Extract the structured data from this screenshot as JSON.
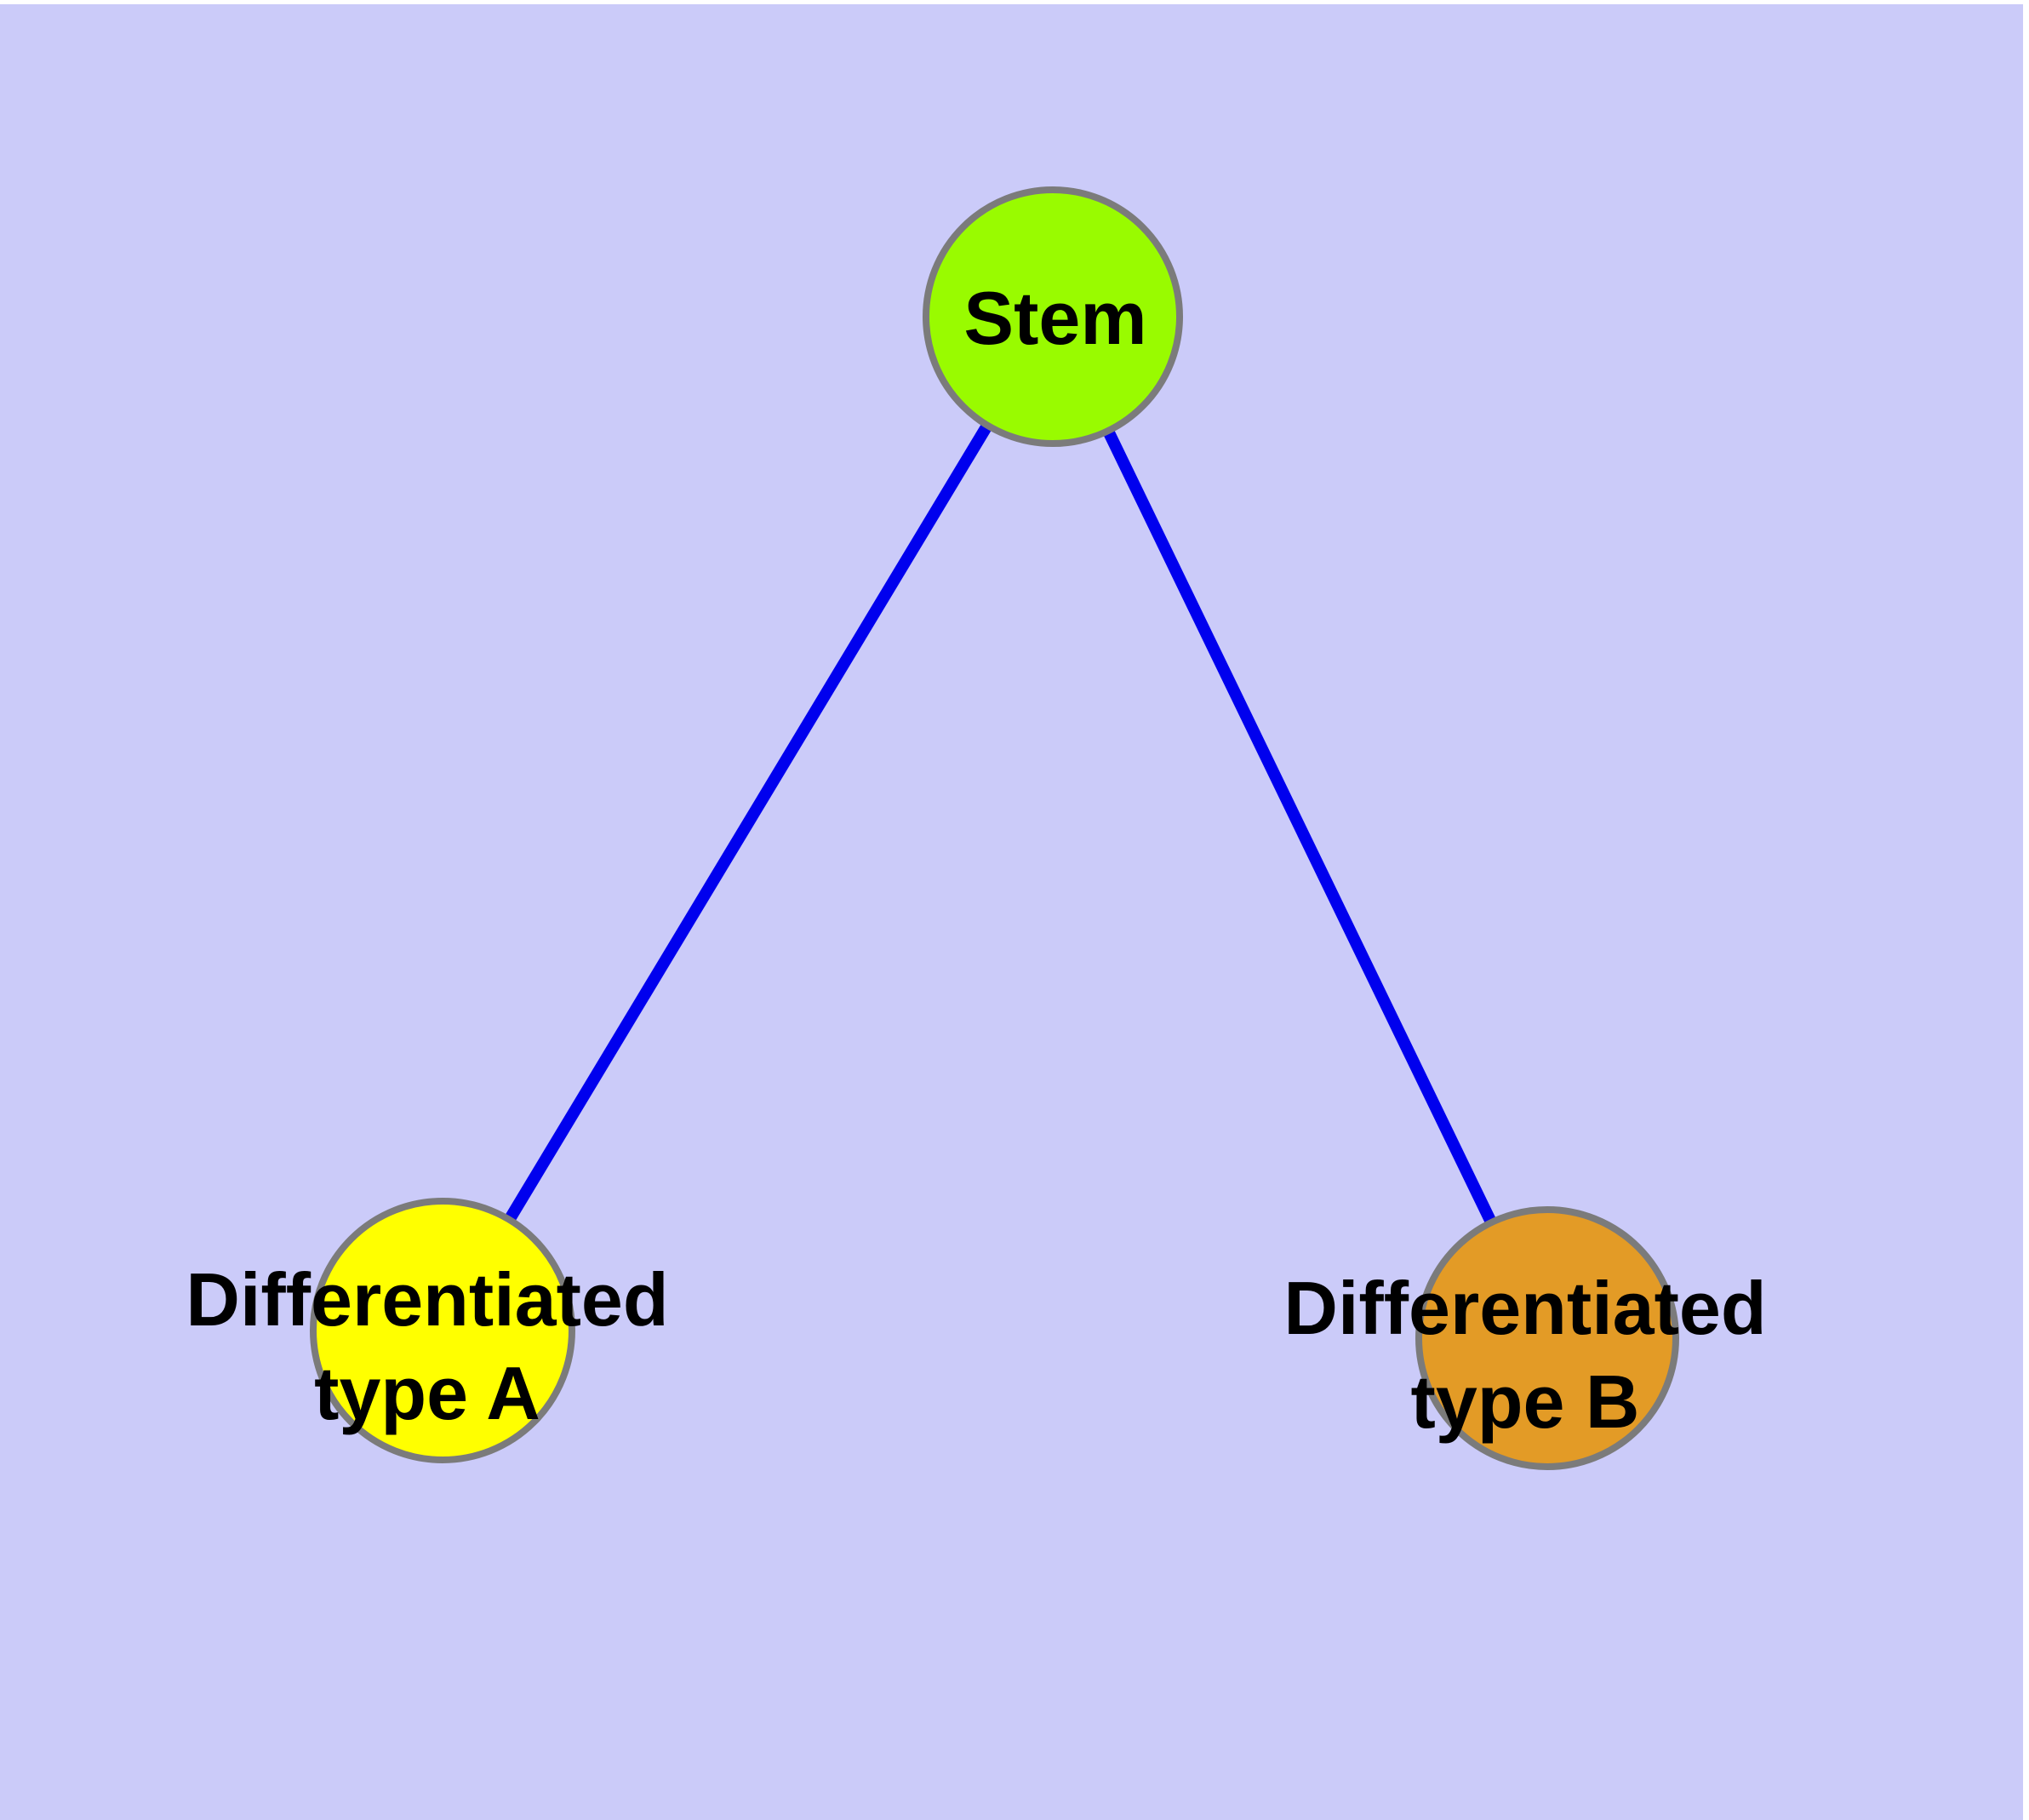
{
  "diagram": {
    "background_color": "#CBCBF9",
    "edge_color": "#0000EE",
    "node_border_color": "#7B7B7B",
    "text_color": "#000000",
    "nodes": {
      "stem": {
        "label": "Stem",
        "color": "#99FB00"
      },
      "type_a": {
        "label": "Differentiated\ntype A",
        "color": "#FFFF00"
      },
      "type_b": {
        "label": "Differentiated\ntype B",
        "color": "#E39B26"
      }
    },
    "edges": [
      {
        "from": "stem",
        "to": "type_a"
      },
      {
        "from": "stem",
        "to": "type_b"
      }
    ]
  }
}
